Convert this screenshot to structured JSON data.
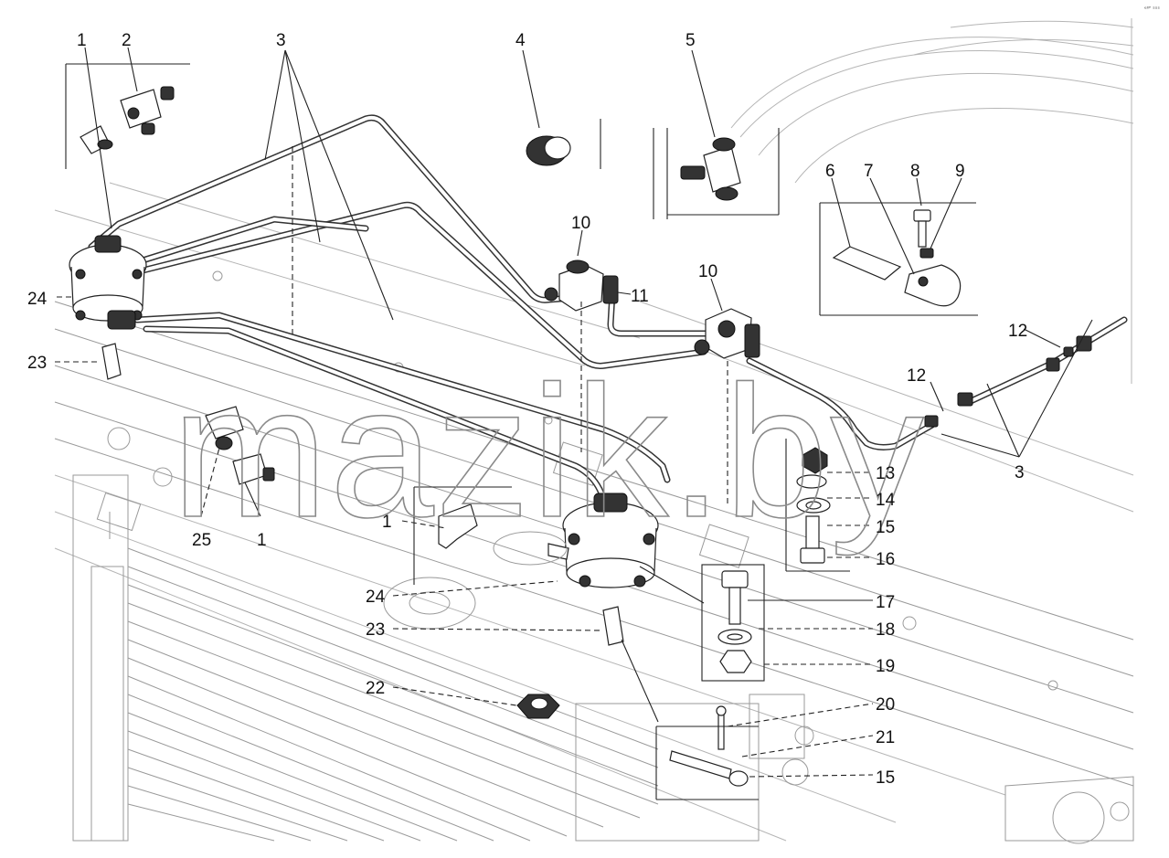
{
  "watermark": "mazik.by",
  "corner_mark": "ᵉᴵᴾ ˢˢˢ",
  "callouts": [
    {
      "id": "c1a",
      "label": "1"
    },
    {
      "id": "c2",
      "label": "2"
    },
    {
      "id": "c3a",
      "label": "3"
    },
    {
      "id": "c4",
      "label": "4"
    },
    {
      "id": "c5",
      "label": "5"
    },
    {
      "id": "c6",
      "label": "6"
    },
    {
      "id": "c7",
      "label": "7"
    },
    {
      "id": "c8",
      "label": "8"
    },
    {
      "id": "c9",
      "label": "9"
    },
    {
      "id": "c10a",
      "label": "10"
    },
    {
      "id": "c10b",
      "label": "10"
    },
    {
      "id": "c11",
      "label": "11"
    },
    {
      "id": "c12a",
      "label": "12"
    },
    {
      "id": "c12b",
      "label": "12"
    },
    {
      "id": "c24a",
      "label": "24"
    },
    {
      "id": "c23a",
      "label": "23"
    },
    {
      "id": "c25",
      "label": "25"
    },
    {
      "id": "c1b",
      "label": "1"
    },
    {
      "id": "c1c",
      "label": "1"
    },
    {
      "id": "c13",
      "label": "13"
    },
    {
      "id": "c14",
      "label": "14"
    },
    {
      "id": "c15a",
      "label": "15"
    },
    {
      "id": "c16",
      "label": "16"
    },
    {
      "id": "c3b",
      "label": "3"
    },
    {
      "id": "c17",
      "label": "17"
    },
    {
      "id": "c18",
      "label": "18"
    },
    {
      "id": "c19",
      "label": "19"
    },
    {
      "id": "c24b",
      "label": "24"
    },
    {
      "id": "c23b",
      "label": "23"
    },
    {
      "id": "c22",
      "label": "22"
    },
    {
      "id": "c20",
      "label": "20"
    },
    {
      "id": "c21",
      "label": "21"
    },
    {
      "id": "c15b",
      "label": "15"
    }
  ]
}
